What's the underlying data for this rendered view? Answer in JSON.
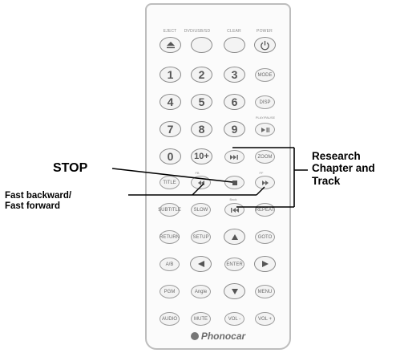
{
  "remote": {
    "top_labels": {
      "eject": "EJECT",
      "dvd_usb_sd": "DVD/USB/SD",
      "clear": "CLEAR",
      "power": "POWER"
    },
    "number_buttons": [
      "1",
      "2",
      "3",
      "4",
      "5",
      "6",
      "7",
      "8",
      "9",
      "0",
      "10+"
    ],
    "function_buttons": {
      "mode": "MODE",
      "disp": "DISP",
      "zoom": "ZOOM",
      "title": "TITLE",
      "subtitle": "SUBTITLE",
      "slow": "SLOW",
      "return": "RETURN",
      "setup": "SETUP",
      "goto": "GOTO",
      "ab": "A/B",
      "enter": "ENTER",
      "program": "PGM",
      "angle": "Angle",
      "menu": "MENU",
      "audio": "AUDIO",
      "mute": "MUTE",
      "vol_minus": "VOL -",
      "vol_plus": "VOL +",
      "fb": "FB",
      "ff": "FF",
      "back": "Back",
      "play_pause": "PLAY/PAUSE",
      "repeat": "REPEAT"
    },
    "brand": "Phonocar"
  },
  "callouts": {
    "stop": "STOP",
    "fast": [
      "Fast backward/",
      "Fast forward"
    ],
    "research": [
      "Research",
      "Chapter and",
      "Track"
    ]
  },
  "colors": {
    "button_outline": "#9d9d9d",
    "body": "#fbfbfb",
    "callout_text": "#000000"
  }
}
